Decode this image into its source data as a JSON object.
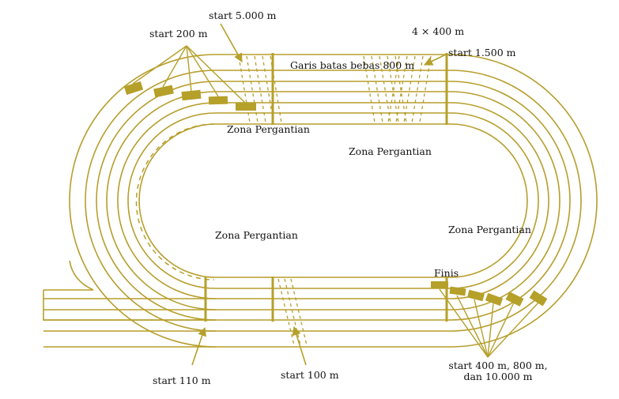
{
  "labels": {
    "start_5000": "start 5.000 m",
    "start_200": "start 200 m",
    "relay_4x400": "4 × 400 m",
    "start_1500": "start 1.500 m",
    "garis_batas": "Garis batas bebas 800 m",
    "zona_top_left": "Zona Pergantian",
    "zona_top_right": "Zona Pergantian",
    "zona_center": "Zona Pergantian",
    "zona_right": "Zona Pergantian",
    "finis": "Finis",
    "start_110": "start 110 m",
    "start_100": "start 100 m",
    "start_400_line1": "start 400 m, 800 m,",
    "start_400_line2": "dan 10.000 m"
  },
  "colors": {
    "track": "#b79e2c",
    "marker": "#b5a02a",
    "text": "#111111",
    "background": "#ffffff"
  },
  "lanes": 6
}
